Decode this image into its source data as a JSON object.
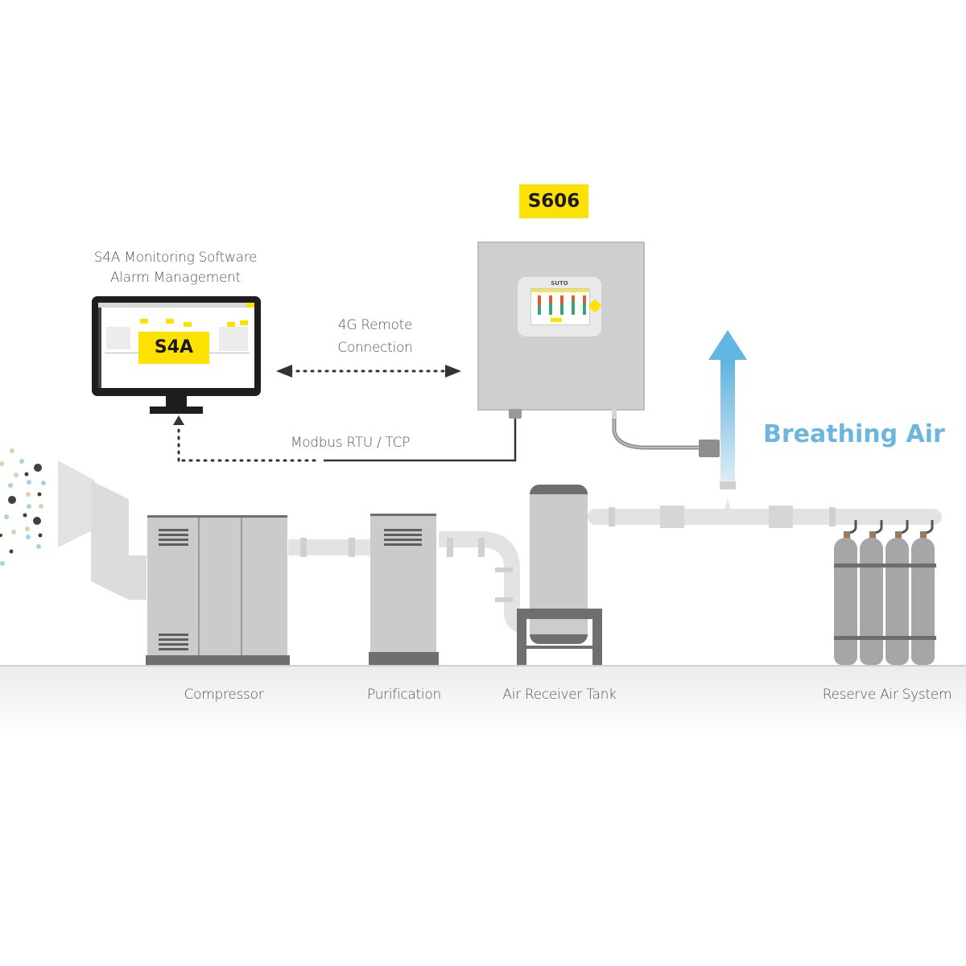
{
  "software": {
    "title_line1": "S4A Monitoring Software",
    "title_line2": "Alarm Management",
    "badge": "S4A"
  },
  "device": {
    "badge": "S606",
    "brand_logo": "SUTO"
  },
  "connections": {
    "remote_line1": "4G Remote",
    "remote_line2": "Connection",
    "modbus": "Modbus RTU / TCP"
  },
  "output": {
    "label": "Breathing Air"
  },
  "stages": [
    {
      "label": "Compressor"
    },
    {
      "label": "Purification"
    },
    {
      "label": "Air Receiver Tank"
    },
    {
      "label": "Reserve Air System"
    }
  ],
  "colors": {
    "badge_yellow": "#fde100",
    "breathing_air_blue": "#6bb6e0",
    "equipment_grey": "#cbcbcc",
    "equipment_dark": "#6f6f6f"
  }
}
